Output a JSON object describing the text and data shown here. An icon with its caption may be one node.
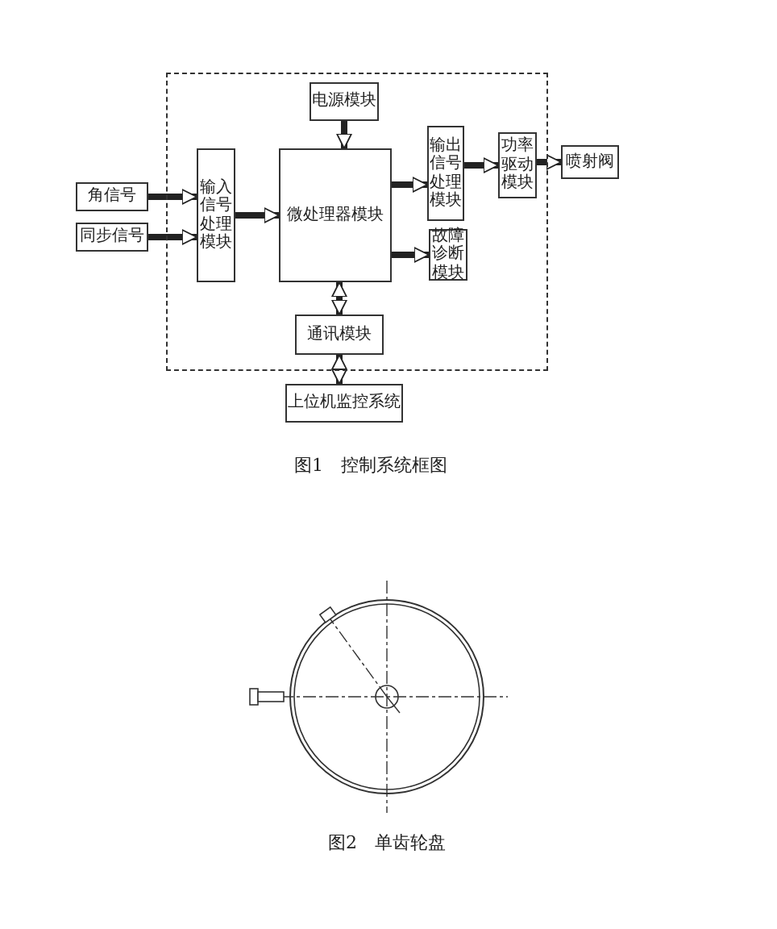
{
  "diagram": {
    "nodes": [
      {
        "text": [],
        "shape": "box"
      },
      {
        "text": [
          "电源模块"
        ],
        "in": 0
      },
      {
        "text": [
          "角信号"
        ]
      },
      {
        "text": [
          "同步信号"
        ]
      },
      {
        "text": [
          "输入信号处理模块"
        ],
        "in": 0
      },
      {
        "text": [
          "微处理器模块"
        ],
        "in": 0
      },
      {
        "text": [
          "输出信号处理模块"
        ],
        "in": 0
      },
      {
        "text": [
          "功率驱动模块"
        ],
        "in": 0
      },
      {
        "text": [
          "喷射阀"
        ]
      },
      {
        "text": [
          "故障诊断模块"
        ],
        "in": 0
      },
      {
        "text": [
          "通讯模块"
        ],
        "in": 0
      },
      {
        "text": [
          "上位机监控系统"
        ]
      }
    ],
    "edges": [
      {
        "from": 2,
        "to": 4,
        "arrow": "to"
      },
      {
        "from": 3,
        "to": 4,
        "arrow": "to"
      },
      {
        "from": 4,
        "to": 5,
        "arrow": "to"
      },
      {
        "from": 1,
        "to": 5,
        "arrow": "to"
      },
      {
        "from": 5,
        "to": 6,
        "arrow": "to"
      },
      {
        "from": 5,
        "to": 9,
        "arrow": "to"
      },
      {
        "from": 6,
        "to": 7,
        "arrow": "to"
      },
      {
        "from": 7,
        "to": 8,
        "arrow": "to"
      },
      {
        "from": 5,
        "to": 10,
        "arrow": "both"
      },
      {
        "from": 10,
        "to": 11,
        "arrow": "both"
      }
    ],
    "labels": [
      "图1　控制系统框图",
      "图2　单齿轮盘"
    ]
  }
}
